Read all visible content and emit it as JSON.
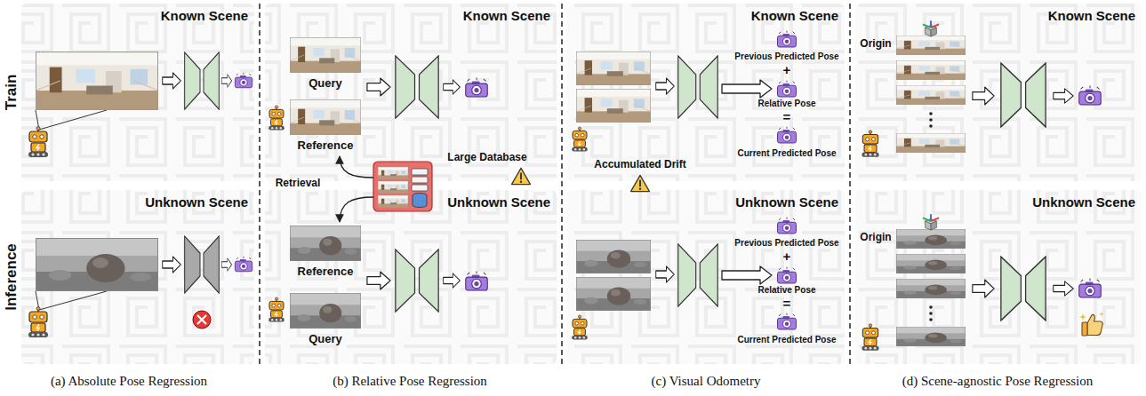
{
  "diagram": {
    "nodes": [
      {
        "text": [
          "Known Scene"
        ]
      },
      {
        "text": [
          "Unknown Scene"
        ]
      },
      {
        "text": [
          "Known Scene"
        ]
      },
      {
        "text": [
          "Query"
        ],
        "in": 2
      },
      {
        "text": [
          "Reference"
        ],
        "in": 2
      },
      {
        "text": [
          "Unknown Scene"
        ]
      },
      {
        "text": [
          "Reference"
        ],
        "in": 5
      },
      {
        "text": [
          "Query"
        ],
        "in": 5
      },
      {
        "text": [
          "Known Scene"
        ]
      },
      {
        "text": [
          "Unknown Scene"
        ]
      },
      {
        "text": [
          "Known Scene"
        ]
      },
      {
        "text": [
          "Unknown Scene"
        ]
      }
    ],
    "labels": [
      "Train",
      "Inference",
      "Large Database",
      "Retrieval",
      "Previous Predicted Pose",
      "+",
      "Relative Pose",
      "=",
      "Current Predicted Pose",
      "Accumulated Drift",
      "Previous Predicted Pose",
      "+",
      "Relative Pose",
      "=",
      "Current Predicted Pose",
      "Origin",
      "Origin",
      "(a) Absolute Pose Regression",
      "(b) Relative Pose Regression",
      "(c) Visual Odometry",
      "(d) Scene-agnostic Pose Regression"
    ]
  }
}
